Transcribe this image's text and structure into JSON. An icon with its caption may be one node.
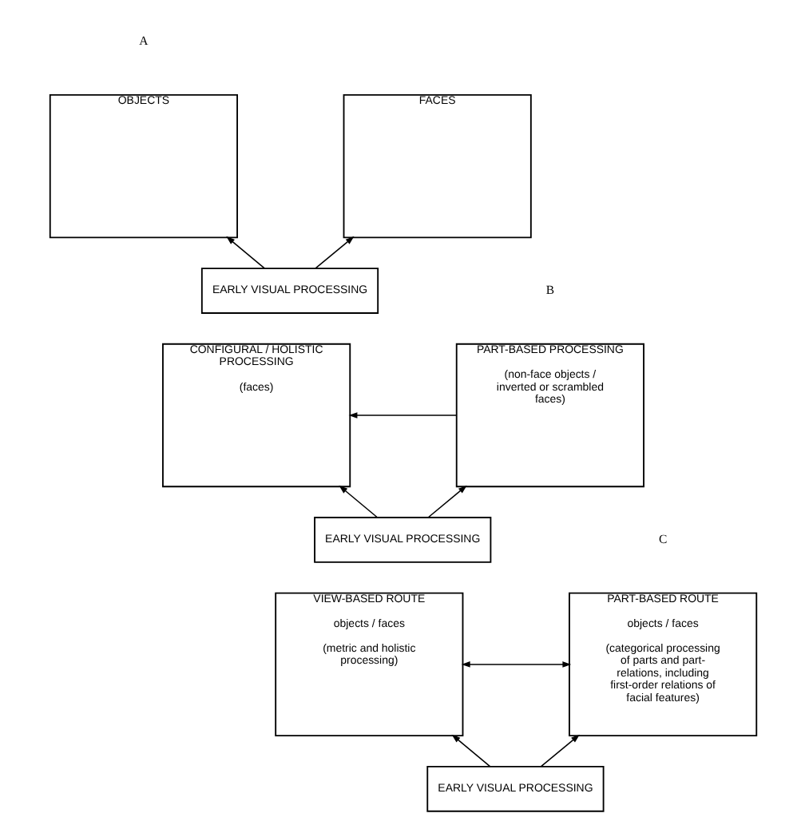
{
  "diagram": {
    "nodes": [
      {
        "text": [
          "OBJECTS"
        ]
      },
      {
        "text": [
          "FACES"
        ]
      },
      {
        "text": [
          "EARLY VISUAL PROCESSING"
        ]
      },
      {
        "text": [
          "PART-BASED PROCESSING",
          "(non-face objects / inverted or scrambled faces)"
        ]
      },
      {
        "text": [
          "CONFIGURAL / HOLISTIC PROCESSING",
          "(faces)"
        ]
      },
      {
        "text": [
          "EARLY VISUAL PROCESSING"
        ]
      },
      {
        "text": [
          "PART-BASED ROUTE",
          "objects / faces",
          "(categorical processing of parts and part-relations, including first-order relations of facial features)"
        ]
      },
      {
        "text": [
          "VIEW-BASED ROUTE",
          "objects / faces",
          "(metric and holistic processing)"
        ]
      },
      {
        "text": [
          "EARLY VISUAL PROCESSING"
        ]
      }
    ],
    "edges": [
      {
        "from": 2,
        "to": 0,
        "arrow": "to"
      },
      {
        "from": 2,
        "to": 1,
        "arrow": "to"
      },
      {
        "from": 5,
        "to": 3,
        "arrow": "to"
      },
      {
        "from": 5,
        "to": 4,
        "arrow": "to"
      },
      {
        "from": 3,
        "to": 4,
        "arrow": "to"
      },
      {
        "from": 8,
        "to": 6,
        "arrow": "to"
      },
      {
        "from": 8,
        "to": 7,
        "arrow": "to"
      },
      {
        "from": 6,
        "to": 7,
        "arrow": "both"
      }
    ],
    "labels": [
      "A",
      "B",
      "C"
    ]
  }
}
